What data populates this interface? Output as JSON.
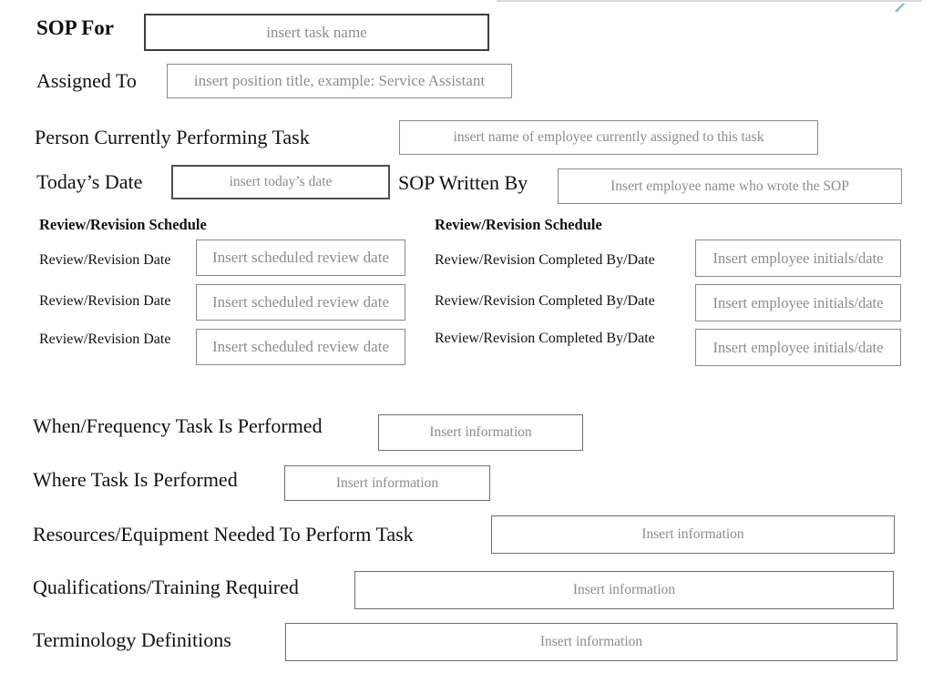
{
  "form": {
    "sop_for": {
      "label": "SOP For",
      "placeholder": "insert task name"
    },
    "assigned_to": {
      "label": "Assigned To",
      "placeholder": "insert position title, example: Service Assistant"
    },
    "person": {
      "label": "Person Currently Performing Task",
      "placeholder": "insert name of employee currently assigned to this task"
    },
    "todays_date": {
      "label": "Today’s Date",
      "placeholder": "insert today’s date"
    },
    "written_by": {
      "label": "SOP Written By",
      "placeholder": "Insert employee name who wrote the SOP"
    },
    "review_left": {
      "header": "Review/Revision Schedule",
      "rows": [
        {
          "label": "Review/Revision Date",
          "placeholder": "Insert scheduled review date"
        },
        {
          "label": "Review/Revision Date",
          "placeholder": "Insert scheduled review date"
        },
        {
          "label": "Review/Revision Date",
          "placeholder": "Insert scheduled review date"
        }
      ]
    },
    "review_right": {
      "header": "Review/Revision Schedule",
      "rows": [
        {
          "label": "Review/Revision Completed By/Date",
          "placeholder": "Insert employee initials/date"
        },
        {
          "label": "Review/Revision Completed By/Date",
          "placeholder": "Insert employee initials/date"
        },
        {
          "label": "Review/Revision Completed By/Date",
          "placeholder": "Insert employee initials/date"
        }
      ]
    },
    "when_frequency": {
      "label": "When/Frequency Task Is Performed",
      "placeholder": "Insert information"
    },
    "where": {
      "label": "Where Task Is Performed",
      "placeholder": "Insert information"
    },
    "resources": {
      "label": "Resources/Equipment Needed To Perform Task",
      "placeholder": "Insert information"
    },
    "qualifications": {
      "label": "Qualifications/Training Required",
      "placeholder": "Insert information"
    },
    "terminology": {
      "label": "Terminology Definitions",
      "placeholder": "Insert information"
    }
  },
  "artifacts": {
    "pencil_icon": "pencil-edit-fragment",
    "pencil_color": "#92b4da",
    "top_strip_color": "#d9d9d9"
  }
}
